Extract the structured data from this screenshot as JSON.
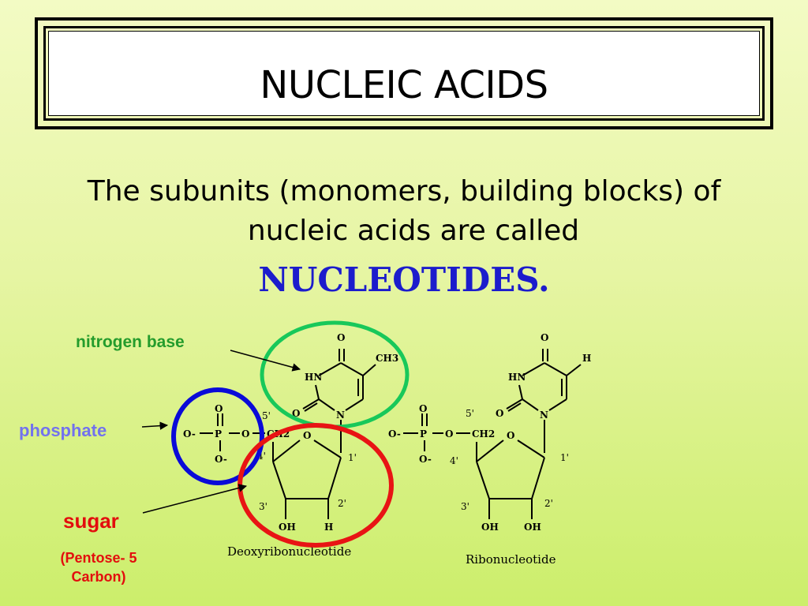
{
  "slide": {
    "title": "NUCLEIC ACIDS",
    "body_line1": "The subunits (monomers, building blocks) of",
    "body_line2": "nucleic acids are called",
    "keyword": "NUCLEOTIDES."
  },
  "labels": {
    "nitrogen_base": "nitrogen base",
    "phosphate": "phosphate",
    "sugar": "sugar",
    "pentose": "(Pentose- 5 Carbon)"
  },
  "colors": {
    "title_fill": "#ffffff",
    "keyword": "#1c1ccc",
    "nitrogen_base": "#249c2c",
    "phosphate": "#7272ee",
    "sugar": "#e30d0d",
    "circle_green": "#18c85a",
    "circle_blue": "#0a0ad8",
    "circle_red": "#e81414"
  },
  "structures": {
    "deoxy": {
      "caption": "Deoxyribonucleotide",
      "atoms": {
        "o_top": "O",
        "hn": "HN",
        "ch3": "CH3",
        "o_left": "O",
        "n_ring": "N",
        "o_p_top": "O",
        "o_p_left": "O-",
        "p": "P",
        "o_p_right": "O",
        "o_p_bottom": "O-",
        "ch2": "CH2",
        "o_ring": "O",
        "oh": "OH",
        "h": "H"
      },
      "positions": {
        "c5": "5'",
        "c4": "4'",
        "c3": "3'",
        "c2": "2'",
        "c1": "1'"
      }
    },
    "ribo": {
      "caption": "Ribonucleotide",
      "atoms": {
        "o_top": "O",
        "hn": "HN",
        "h": "H",
        "o_left": "O",
        "n_ring": "N",
        "o_p_top": "O",
        "o_p_left": "O-",
        "p": "P",
        "o_p_right": "O",
        "o_p_bottom": "O-",
        "ch2": "CH2",
        "o_ring": "O",
        "oh1": "OH",
        "oh2": "OH"
      },
      "positions": {
        "c5": "5'",
        "c4": "4'",
        "c3": "3'",
        "c2": "2'",
        "c1": "1'"
      }
    }
  }
}
